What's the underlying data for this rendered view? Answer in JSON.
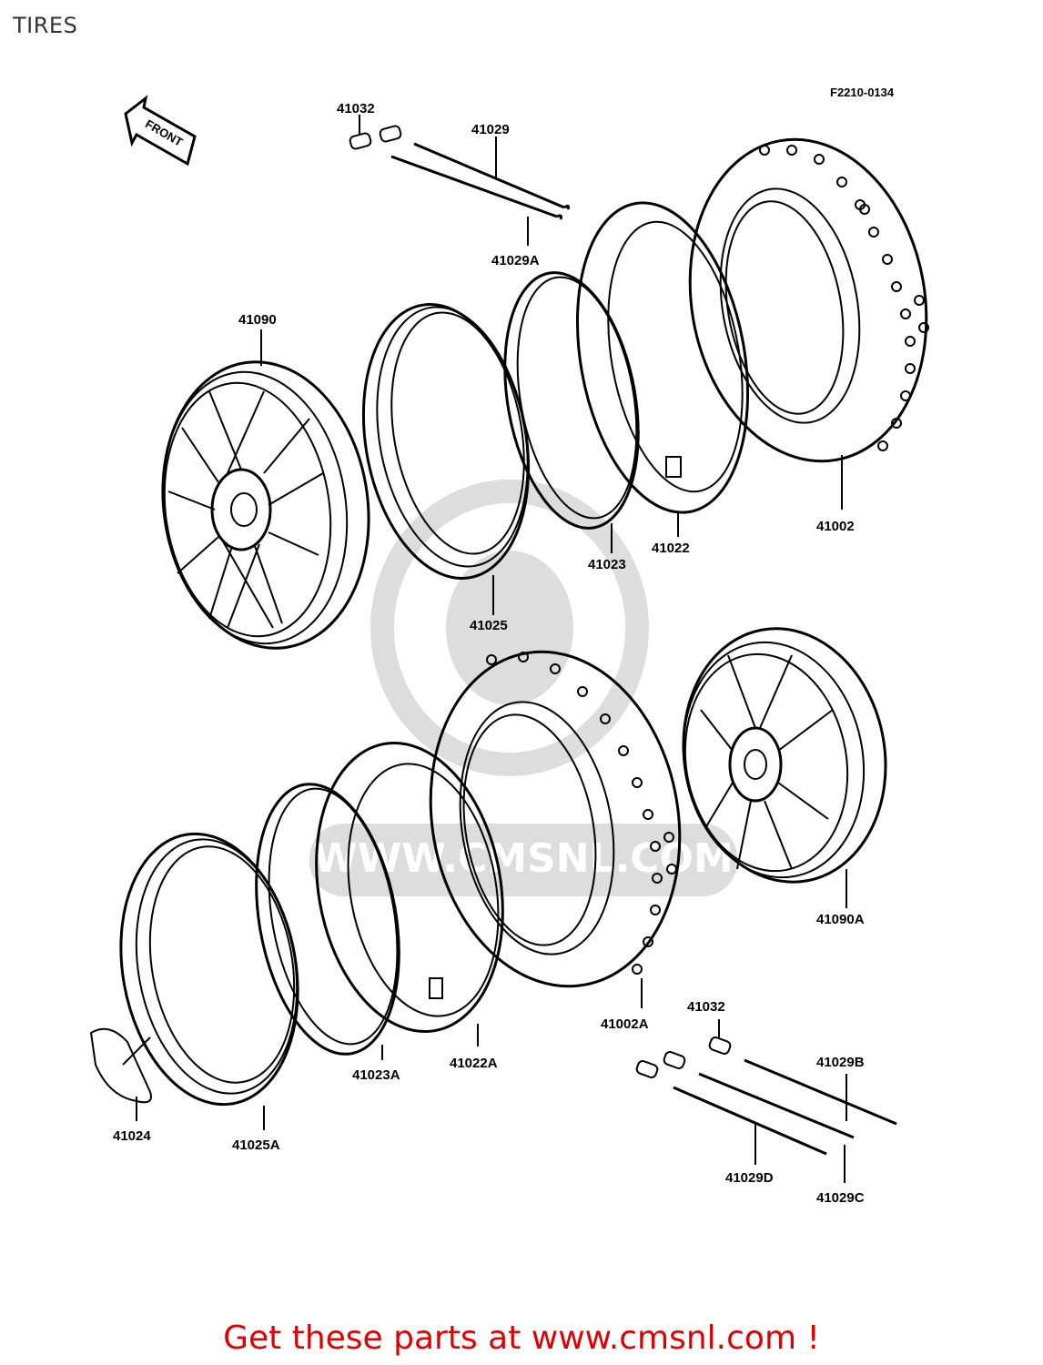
{
  "header": {
    "title": "TIRES"
  },
  "diagram": {
    "code": "F2210-0134",
    "direction_label": "FRONT",
    "watermark": "WWW.CMSNL.COM"
  },
  "parts": [
    {
      "label": "41032"
    },
    {
      "label": "41029"
    },
    {
      "label": "41029A"
    },
    {
      "label": "41090"
    },
    {
      "label": "41025"
    },
    {
      "label": "41023"
    },
    {
      "label": "41022"
    },
    {
      "label": "41002"
    },
    {
      "label": "41090A"
    },
    {
      "label": "41002A"
    },
    {
      "label": "41023A"
    },
    {
      "label": "41022A"
    },
    {
      "label": "41024"
    },
    {
      "label": "41025A"
    },
    {
      "label": "41032"
    },
    {
      "label": "41029B"
    },
    {
      "label": "41029D"
    },
    {
      "label": "41029C"
    }
  ],
  "footer": {
    "text": "Get these parts at www.cmsnl.com !"
  }
}
